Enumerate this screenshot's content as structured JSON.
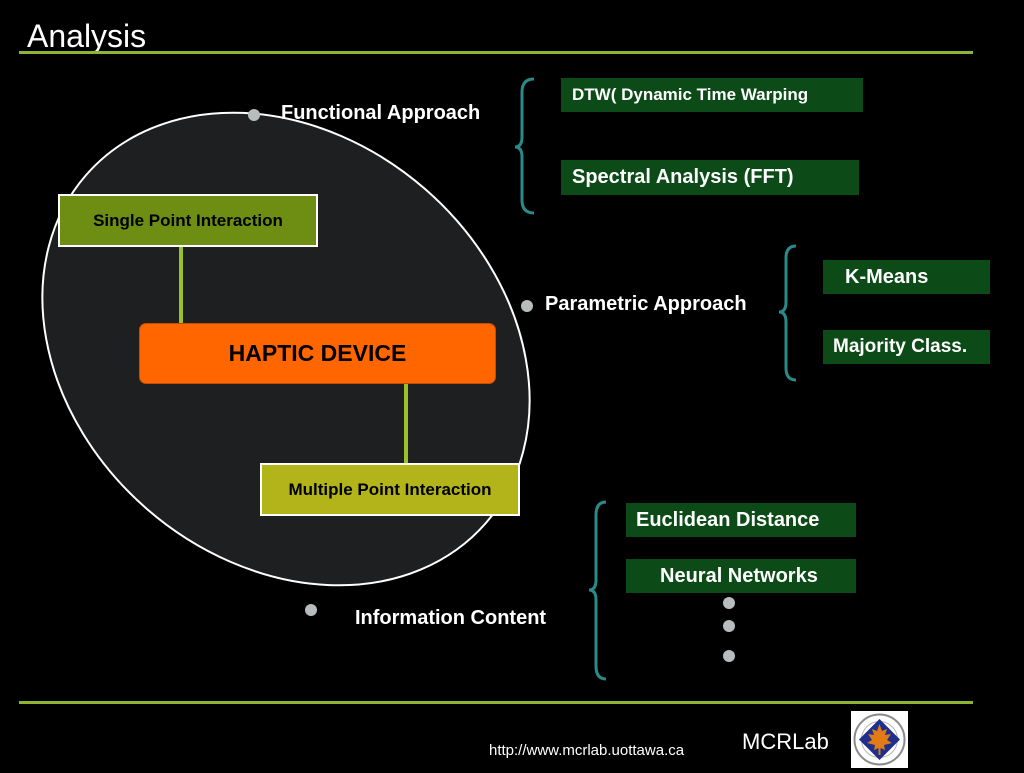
{
  "slide": {
    "title": "Analysis",
    "accent_color": "#8db532"
  },
  "diagram": {
    "single_point": "Single Point Interaction",
    "haptic_device": "HAPTIC DEVICE",
    "multiple_point": "Multiple Point Interaction",
    "colors": {
      "single_point_fill": "#6d8e12",
      "haptic_fill": "#ff6600",
      "multiple_point_fill": "#b2b41a",
      "ellipse_fill": "#1d1f20",
      "connector": "#9bc12a",
      "brace": "#2a8a8a",
      "method_box": "#0c4a17"
    }
  },
  "approaches": [
    {
      "label": "Functional  Approach",
      "methods": [
        "DTW( Dynamic Time Warping",
        "Spectral Analysis (FFT)"
      ]
    },
    {
      "label": "Parametric Approach",
      "methods": [
        "K-Means",
        "Majority Class."
      ]
    },
    {
      "label": "Information Content",
      "methods": [
        "Euclidean Distance",
        "Neural Networks"
      ]
    }
  ],
  "footer": {
    "url": "http://www.mcrlab.uottawa.ca",
    "lab": "MCRLab",
    "logo_icon": "mcrlab-logo-icon"
  }
}
